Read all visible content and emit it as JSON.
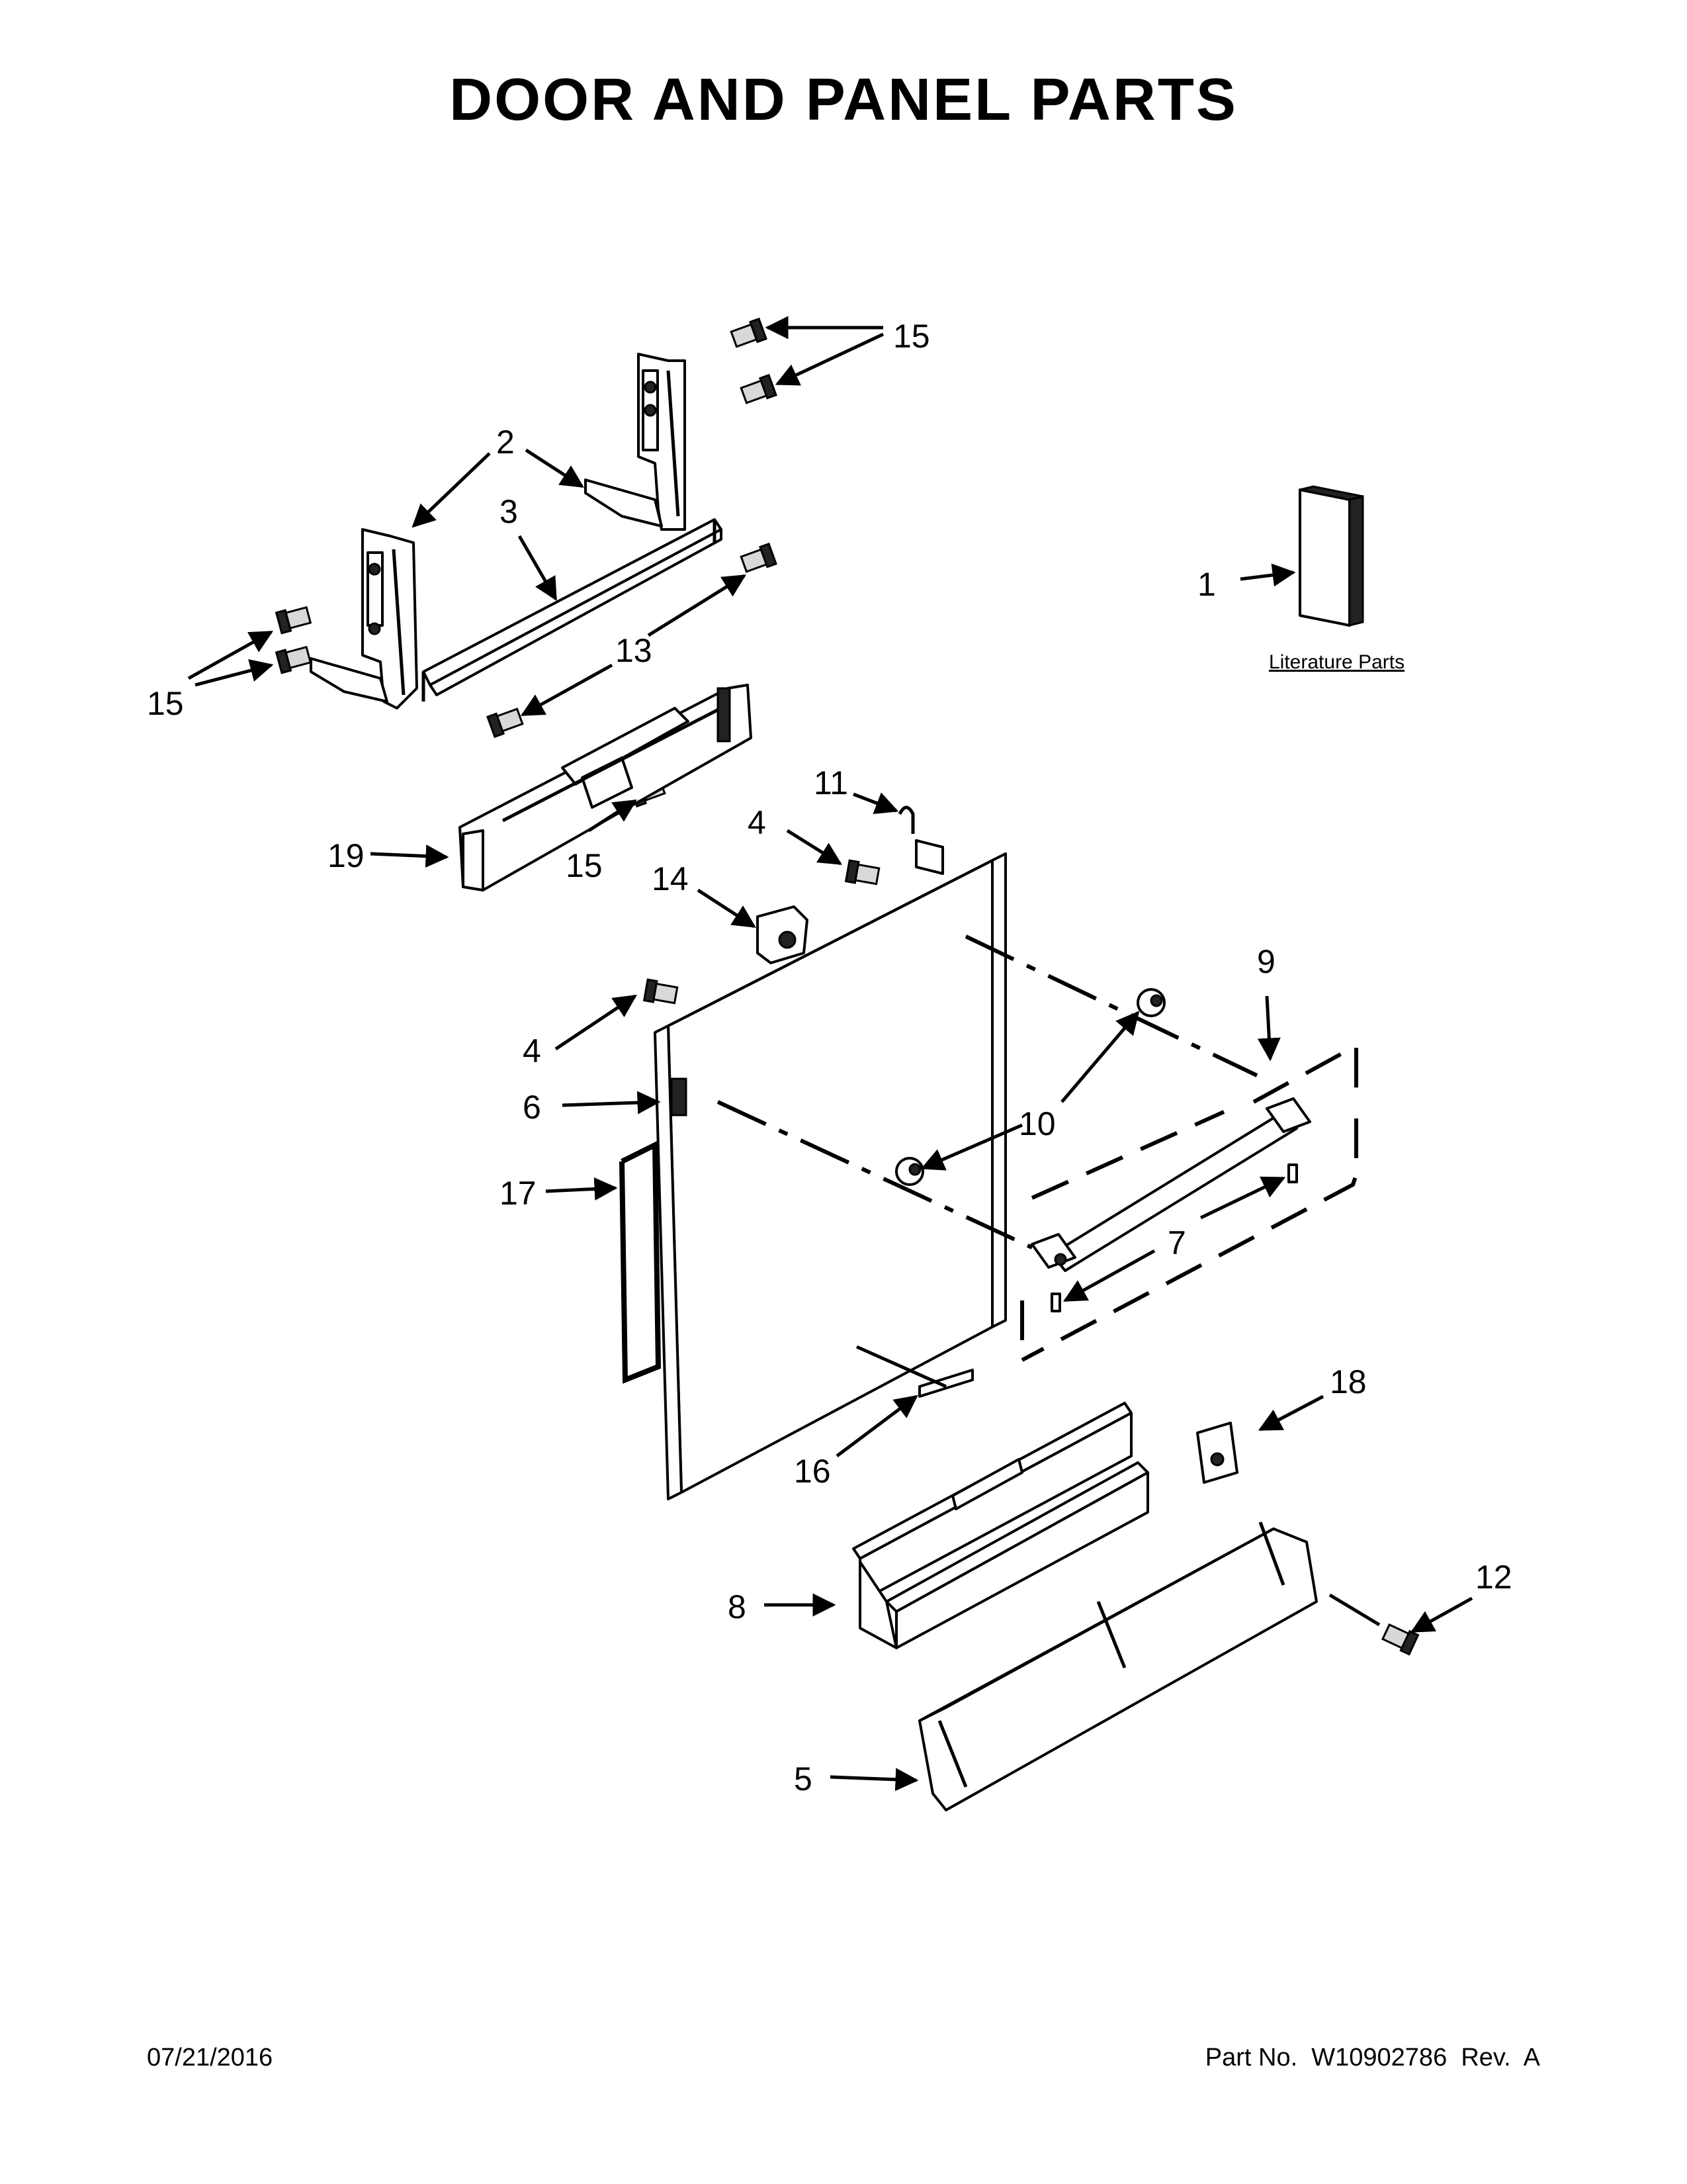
{
  "title": "DOOR AND PANEL PARTS",
  "literature_label": "Literature Parts",
  "footer": {
    "date": "07/21/2016",
    "part_number": "Part No.  W10902786  Rev.  A"
  },
  "callouts": {
    "c1": "1",
    "c2": "2",
    "c3": "3",
    "c4a": "4",
    "c4b": "4",
    "c5": "5",
    "c6": "6",
    "c7": "7",
    "c8": "8",
    "c9": "9",
    "c10": "10",
    "c11": "11",
    "c12": "12",
    "c13": "13",
    "c14": "14",
    "c15a": "15",
    "c15b": "15",
    "c15c": "15",
    "c16": "16",
    "c17": "17",
    "c18": "18",
    "c19": "19"
  }
}
